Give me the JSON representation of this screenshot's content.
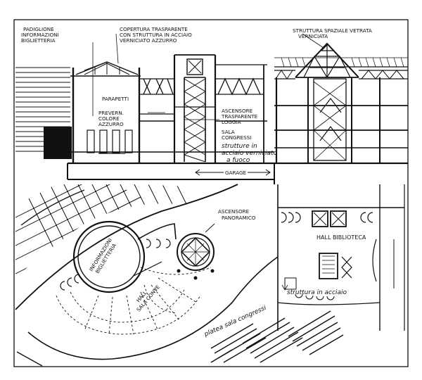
{
  "drawing": {
    "section": {
      "labels": {
        "padiglione": [
          "PADIGLIONE",
          "INFORMAZIONI",
          "BIGLIETTERIA"
        ],
        "copertura": [
          "COPERTURA TRASPARENTE",
          "CON STRUTTURA IN ACCIAIO",
          "VERNICIATO AZZURRO"
        ],
        "struttura_spaziale": [
          "STRUTTURA SPAZIALE VETRATA",
          "VERNICIATA"
        ],
        "parapetti": [
          "PARAPETTI",
          "PREVERN.",
          "COLORE",
          "AZZURRO"
        ],
        "ascensore": [
          "ASCENSORE",
          "TRASPARENTE",
          "LOGGIA"
        ],
        "sala_congressi": [
          "SALA",
          "CONGRESSI"
        ],
        "strutture_acciaio": [
          "strutture in",
          "acciaio verniciato",
          "a fuoco"
        ],
        "garage": "GARAGE"
      }
    },
    "plan": {
      "labels": {
        "ascensore_panoramico": [
          "ASCENSORE",
          "PANORAMICO"
        ],
        "informazioni_biglietteria": [
          "INFORMAZIONI",
          "BIGLIETTERIA"
        ],
        "hall_sala_conve": [
          "HALL",
          "SALA CONVE"
        ],
        "hall_biblioteca": "HALL BIBLIOTECA",
        "struttura_acciaio": "struttura in acciaio",
        "platea": "platea sala congressi"
      }
    }
  }
}
